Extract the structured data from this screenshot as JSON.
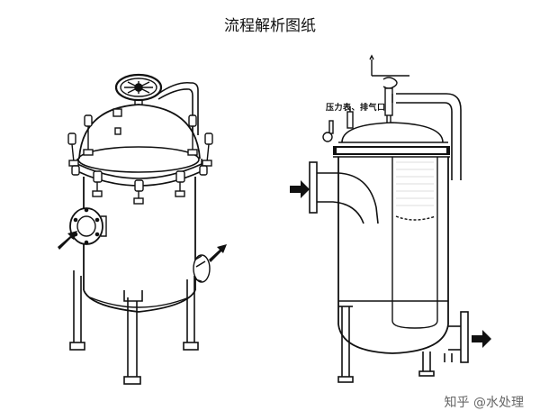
{
  "title": "流程解析图纸",
  "right_label": "压力表、排气口",
  "watermark": "知乎 @水处理"
}
